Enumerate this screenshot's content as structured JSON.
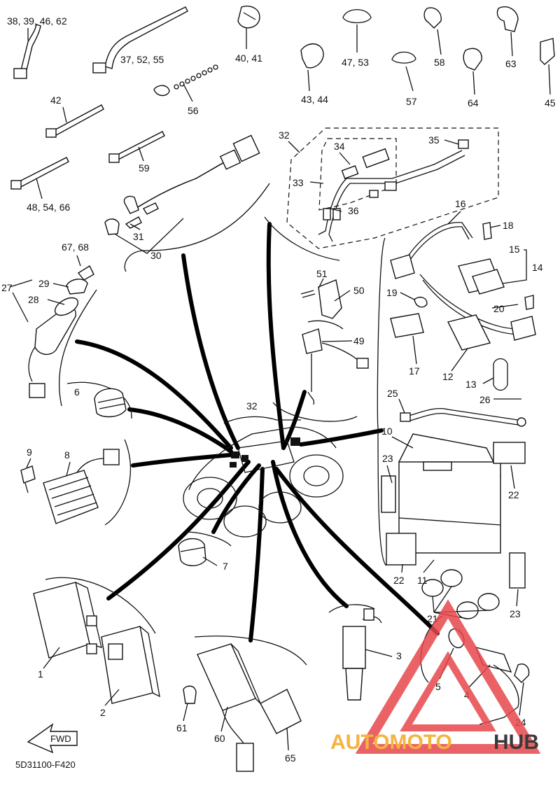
{
  "callouts": {
    "c38_39_46_62": "38, 39, 46, 62",
    "c40_41": "40, 41",
    "c47_53": "47, 53",
    "c58": "58",
    "c63": "63",
    "c37_52_55": "37, 52, 55",
    "c43_44": "43, 44",
    "c57": "57",
    "c64": "64",
    "c45": "45",
    "c42": "42",
    "c56": "56",
    "c59": "59",
    "c48_54_66": "48, 54, 66",
    "c32a": "32",
    "c34": "34",
    "c35": "35",
    "c33": "33",
    "c36": "36",
    "c31": "31",
    "c30": "30",
    "c16": "16",
    "c18": "18",
    "c15": "15",
    "c14": "14",
    "c67_68": "67, 68",
    "c27": "27",
    "c29": "29",
    "c28": "28",
    "c51": "51",
    "c50": "50",
    "c19": "19",
    "c20": "20",
    "c49": "49",
    "c17": "17",
    "c12": "12",
    "c13": "13",
    "c6": "6",
    "c32b": "32",
    "c25": "25",
    "c26": "26",
    "c10": "10",
    "c9": "9",
    "c8": "8",
    "c23a": "23",
    "c22a": "22",
    "c7": "7",
    "c22b": "22",
    "c11": "11",
    "c21": "21",
    "c23b": "23",
    "c3": "3",
    "c1": "1",
    "c2": "2",
    "c5": "5",
    "c4": "4",
    "c24": "24",
    "c61": "61",
    "c60": "60",
    "c65": "65"
  },
  "fwd_label": "FWD",
  "diagram_code": "5D31100-F420",
  "watermark": {
    "part1": "AUTOMOTO",
    "part2": "HUB",
    "color1": "#f5b340",
    "color2": "#3a3a3a",
    "triangle_color": "#e8474b"
  }
}
